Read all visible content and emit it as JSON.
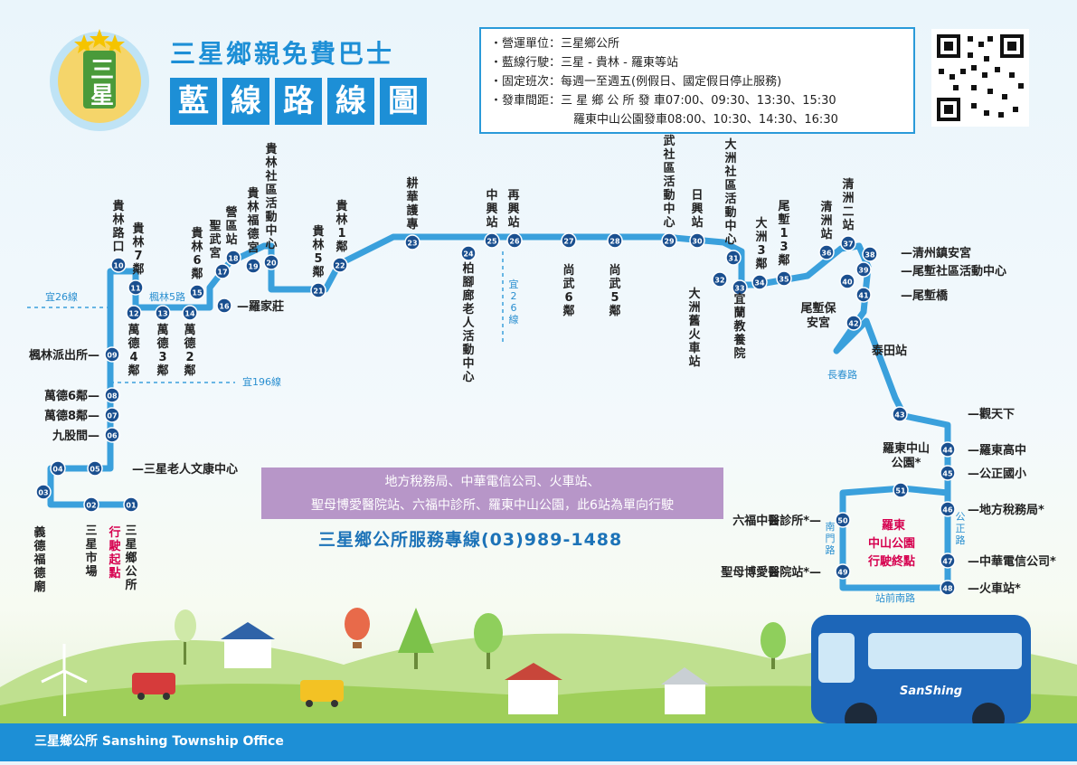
{
  "title": {
    "line1": "三星鄉親免費巴士",
    "line2": [
      "藍",
      "線",
      "路",
      "線",
      "圖"
    ],
    "logo_text": "三星"
  },
  "info": [
    {
      "label": "營運單位：",
      "value": "三星鄉公所"
    },
    {
      "label": "藍線行駛：",
      "value": "三星 - 貴林 - 羅東等站"
    },
    {
      "label": "固定班次：",
      "value": "每週一至週五(例假日、國定假日停止服務)"
    },
    {
      "label": "發車間距：",
      "value": "三 星 鄉 公 所 發 車07:00、09:30、13:30、15:30"
    },
    {
      "label": "",
      "value": "羅東中山公園發車08:00、10:30、14:30、16:30"
    }
  ],
  "banner": [
    "地方稅務局、中華電信公司、火車站、",
    "聖母博愛醫院站、六福中診所、羅東中山公園，此6站為單向行駛"
  ],
  "hotline": "三星鄉公所服務專線(03)989-1488",
  "footer": "三星鄉公所 Sanshing Township Office",
  "bus_text": "SanShing",
  "colors": {
    "route": "#3aa0dc",
    "stop": "#1a4f8f",
    "accent": "#d6004f",
    "star": "#b77fc4"
  },
  "stops": [
    {
      "n": "01",
      "label": "三星鄉公所",
      "label2": "行駛起點"
    },
    {
      "n": "02",
      "label": "三星市場"
    },
    {
      "n": "03",
      "label": "義德福德廟"
    },
    {
      "n": "04",
      "label": ""
    },
    {
      "n": "05",
      "label": "三星老人文康中心"
    },
    {
      "n": "06",
      "label": "九股間"
    },
    {
      "n": "07",
      "label": "萬德8鄰"
    },
    {
      "n": "08",
      "label": "萬德6鄰"
    },
    {
      "n": "09",
      "label": "楓林派出所"
    },
    {
      "n": "10",
      "label": "貴林路口"
    },
    {
      "n": "11",
      "label": "貴林7鄰"
    },
    {
      "n": "12",
      "label": "萬德4鄰"
    },
    {
      "n": "13",
      "label": "萬德3鄰"
    },
    {
      "n": "14",
      "label": "萬德2鄰"
    },
    {
      "n": "15",
      "label": "貴林6鄰"
    },
    {
      "n": "16",
      "label": "羅家莊"
    },
    {
      "n": "17",
      "label": "聖武宮"
    },
    {
      "n": "18",
      "label": "營區站"
    },
    {
      "n": "19",
      "label": "貴林福德宮"
    },
    {
      "n": "20",
      "label": "貴林社區活動中心"
    },
    {
      "n": "21",
      "label": "貴林5鄰"
    },
    {
      "n": "22",
      "label": "貴林1鄰"
    },
    {
      "n": "23",
      "label": "耕華護專"
    },
    {
      "n": "24",
      "label": "柏腳廊老人活動中心"
    },
    {
      "n": "25",
      "label": "中興站"
    },
    {
      "n": "26",
      "label": "再興站"
    },
    {
      "n": "27",
      "label": "尚武6鄰"
    },
    {
      "n": "28",
      "label": "尚武5鄰"
    },
    {
      "n": "29",
      "label": "尚武社區活動中心"
    },
    {
      "n": "30",
      "label": "日興站"
    },
    {
      "n": "31",
      "label": "大洲社區活動中心"
    },
    {
      "n": "32",
      "label": "大洲舊火車站"
    },
    {
      "n": "33",
      "label": "宜蘭教養院"
    },
    {
      "n": "34",
      "label": "大洲3鄰"
    },
    {
      "n": "35",
      "label": "尾塹13鄰"
    },
    {
      "n": "36",
      "label": "清洲站"
    },
    {
      "n": "37",
      "label": "清洲二站"
    },
    {
      "n": "38",
      "label": "清州鎮安宮"
    },
    {
      "n": "39",
      "label": "尾塹社區活動中心"
    },
    {
      "n": "40",
      "label": "尾塹保安宮"
    },
    {
      "n": "41",
      "label": "尾塹橋"
    },
    {
      "n": "42",
      "label": "泰田站"
    },
    {
      "n": "43",
      "label": "觀天下"
    },
    {
      "n": "44",
      "label": "羅東高中"
    },
    {
      "n": "45",
      "label": "公正國小"
    },
    {
      "n": "46",
      "label": "地方稅務局"
    },
    {
      "n": "47",
      "label": "中華電信公司"
    },
    {
      "n": "48",
      "label": "火車站"
    },
    {
      "n": "49",
      "label": "聖母博愛醫院站"
    },
    {
      "n": "50",
      "label": "六福中醫診所"
    },
    {
      "n": "51",
      "label": "羅東中山公園"
    }
  ],
  "terminal": [
    "羅東",
    "中山公園",
    "行駛終點"
  ],
  "roads": [
    "宜26線",
    "宜196線",
    "楓林5路",
    "宜26線",
    "長春路",
    "公正路",
    "南門路",
    "站前南路"
  ],
  "star": "*"
}
